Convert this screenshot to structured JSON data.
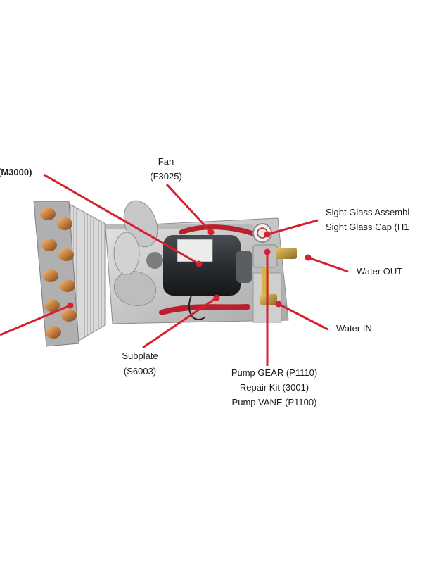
{
  "labels": {
    "motor": "(M3000)",
    "fan_name": "Fan",
    "fan_part": "(F3025)",
    "sight_glass_assembly": "Sight Glass Assembl",
    "sight_glass_cap": "Sight Glass Cap (H1",
    "water_out": "Water OUT",
    "water_in": "Water IN",
    "subplate_name": "Subplate",
    "subplate_part": "(S6003)",
    "pump_gear": "Pump GEAR (P1110)",
    "repair_kit": "Repair Kit (3001)",
    "pump_vane": "Pump VANE (P1100)"
  },
  "colors": {
    "leader": "#d5202f",
    "copper": "#c98a4a",
    "frame": "#c8c8c8",
    "motor": "#2c2f33",
    "hose": "#c0262f"
  }
}
